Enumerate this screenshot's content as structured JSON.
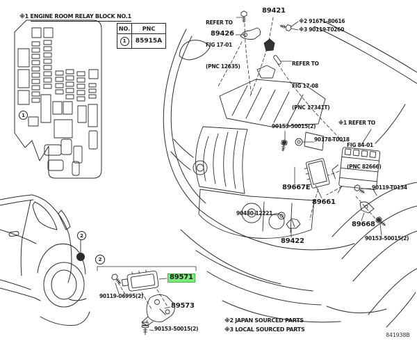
{
  "relay_block": {
    "title_prefix": "※1 ",
    "title": "ENGINE ROOM RELAY BLOCK NO.1",
    "marker": "1"
  },
  "pnc_table": {
    "col_no": "NO.",
    "col_pnc": "PNC",
    "row_marker": "1",
    "row_pnc": "85915A"
  },
  "callouts": {
    "fig_17_01": {
      "lines": [
        "REFER TO",
        "FIG 17-01",
        "(PNC 12635)"
      ]
    },
    "fig_17_08": {
      "lines": [
        "REFER TO",
        "FIG 17-08",
        "(PNC 17341T)"
      ]
    },
    "fig_84_01": {
      "lines": [
        "※1 REFER TO",
        "FIG 84-01",
        "(PNC 82666)"
      ]
    },
    "part_89421": "89421",
    "part_89426": "89426",
    "bolt_x2_91671": "※2 91671-80616",
    "nut_x3_90119": "※3 90119-T0260",
    "bolt_90153_engine": "90153-50015(2)",
    "bolt_90178": "90178-T0018",
    "part_89667e": "89667E",
    "part_89661": "89661",
    "bolt_90119_t0134": "90119-T0134",
    "part_89668": "89668",
    "bolt_90153_fender": "90153-50015(2)",
    "grommet_90430": "90430-12221",
    "part_89422": "89422",
    "part_89571": "89571",
    "bolt_90119_06995": "90119-06995(2)",
    "part_89573": "89573",
    "bolt_90153_bracket": "90153-50015(2)",
    "marker_car": "2",
    "marker_assembly": "2"
  },
  "legend": {
    "japan": "※2 JAPAN SOURCED PARTS",
    "local": "※3 LOCAL SOURCED PARTS"
  },
  "diagram_code": "841938B",
  "colors": {
    "highlight": "#7fe97f",
    "line": "#2b2b2b",
    "background": "#ffffff"
  }
}
